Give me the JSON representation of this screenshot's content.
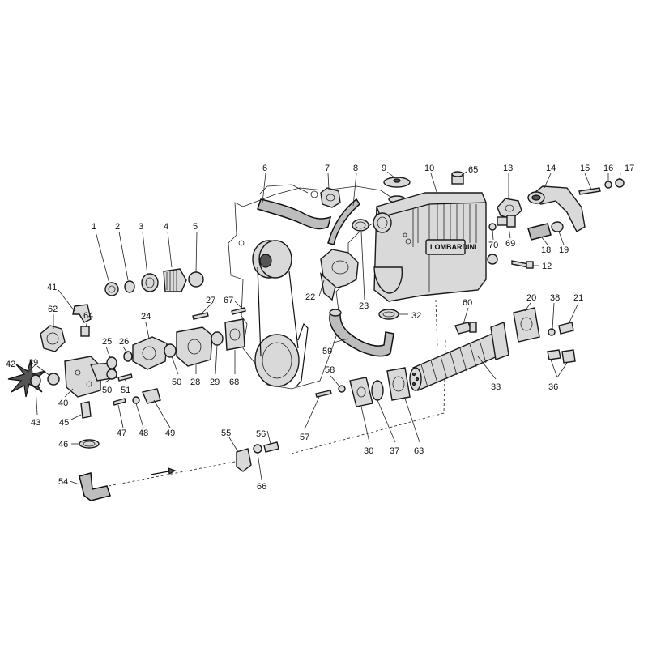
{
  "brand_text": "LOMBARDINI",
  "callouts": [
    {
      "id": "c1",
      "text": "1"
    },
    {
      "id": "c2",
      "text": "2"
    },
    {
      "id": "c3",
      "text": "3"
    },
    {
      "id": "c4",
      "text": "4"
    },
    {
      "id": "c5",
      "text": "5"
    },
    {
      "id": "c6",
      "text": "6"
    },
    {
      "id": "c7",
      "text": "7"
    },
    {
      "id": "c8",
      "text": "8"
    },
    {
      "id": "c9",
      "text": "9"
    },
    {
      "id": "c10",
      "text": "10"
    },
    {
      "id": "c65",
      "text": "65"
    },
    {
      "id": "c13",
      "text": "13"
    },
    {
      "id": "c14",
      "text": "14"
    },
    {
      "id": "c15",
      "text": "15"
    },
    {
      "id": "c16",
      "text": "16"
    },
    {
      "id": "c17",
      "text": "17"
    },
    {
      "id": "c70",
      "text": "70"
    },
    {
      "id": "c69",
      "text": "69"
    },
    {
      "id": "c18",
      "text": "18"
    },
    {
      "id": "c19",
      "text": "19"
    },
    {
      "id": "c12",
      "text": "12"
    },
    {
      "id": "c41",
      "text": "41"
    },
    {
      "id": "c62",
      "text": "62"
    },
    {
      "id": "c64",
      "text": "64"
    },
    {
      "id": "c24",
      "text": "24"
    },
    {
      "id": "c27",
      "text": "27"
    },
    {
      "id": "c67",
      "text": "67"
    },
    {
      "id": "c22",
      "text": "22"
    },
    {
      "id": "c23",
      "text": "23"
    },
    {
      "id": "c32",
      "text": "32"
    },
    {
      "id": "c60",
      "text": "60"
    },
    {
      "id": "c20",
      "text": "20"
    },
    {
      "id": "c38",
      "text": "38"
    },
    {
      "id": "c21",
      "text": "21"
    },
    {
      "id": "c25",
      "text": "25"
    },
    {
      "id": "c26",
      "text": "26"
    },
    {
      "id": "c42",
      "text": "42"
    },
    {
      "id": "c39",
      "text": "39"
    },
    {
      "id": "c50a",
      "text": "50"
    },
    {
      "id": "c51",
      "text": "51"
    },
    {
      "id": "c50b",
      "text": "50"
    },
    {
      "id": "c28",
      "text": "28"
    },
    {
      "id": "c29",
      "text": "29"
    },
    {
      "id": "c68",
      "text": "68"
    },
    {
      "id": "c59",
      "text": "59"
    },
    {
      "id": "c58",
      "text": "58"
    },
    {
      "id": "c33",
      "text": "33"
    },
    {
      "id": "c36",
      "text": "36"
    },
    {
      "id": "c40",
      "text": "40"
    },
    {
      "id": "c43",
      "text": "43"
    },
    {
      "id": "c45",
      "text": "45"
    },
    {
      "id": "c47",
      "text": "47"
    },
    {
      "id": "c48",
      "text": "48"
    },
    {
      "id": "c49",
      "text": "49"
    },
    {
      "id": "c57",
      "text": "57"
    },
    {
      "id": "c30",
      "text": "30"
    },
    {
      "id": "c37",
      "text": "37"
    },
    {
      "id": "c63",
      "text": "63"
    },
    {
      "id": "c46",
      "text": "46"
    },
    {
      "id": "c55",
      "text": "55"
    },
    {
      "id": "c56",
      "text": "56"
    },
    {
      "id": "c66",
      "text": "66"
    },
    {
      "id": "c54",
      "text": "54"
    }
  ]
}
